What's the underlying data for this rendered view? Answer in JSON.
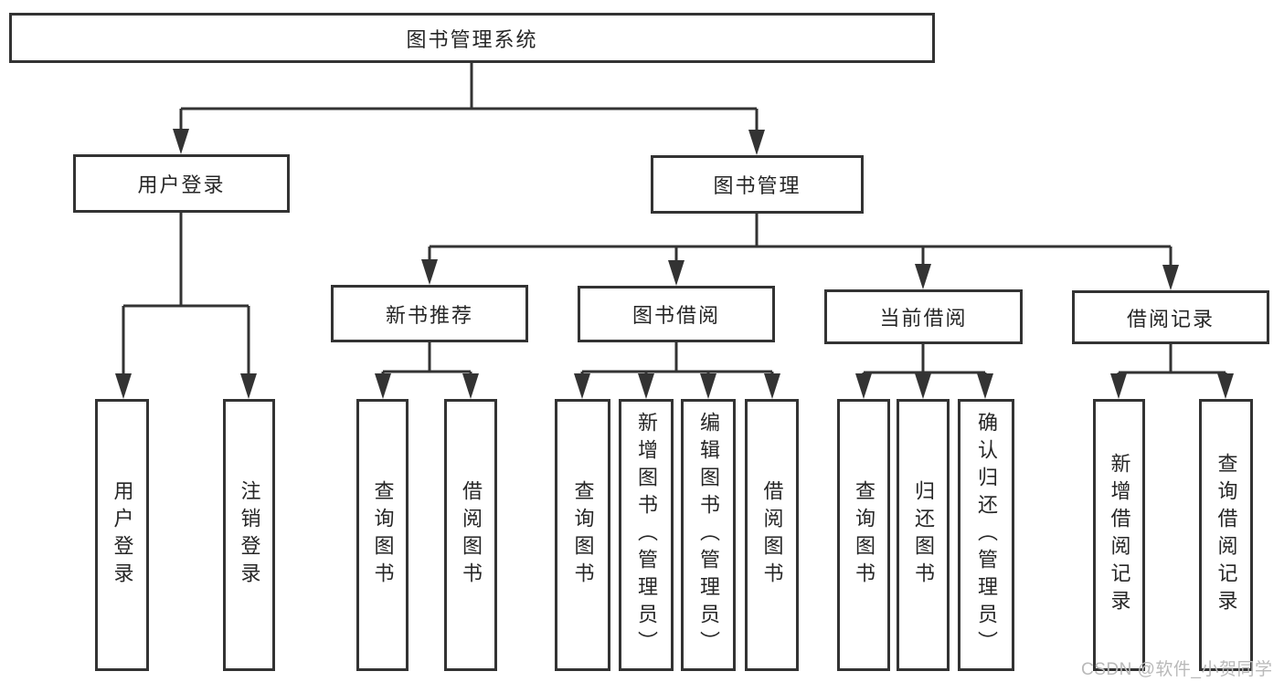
{
  "diagram": {
    "type": "org-tree",
    "colors": {
      "line": "#333333",
      "box_border": "#333333",
      "box_fill": "#ffffff",
      "text": "#262626",
      "watermark": "#b9b9b9",
      "background": "#ffffff"
    }
  },
  "tree": {
    "root": {
      "label": "图书管理系统",
      "children": [
        {
          "label": "用户登录",
          "children": [
            {
              "label": "用户登录"
            },
            {
              "label": "注销登录"
            }
          ]
        },
        {
          "label": "图书管理",
          "children": [
            {
              "label": "新书推荐",
              "children": [
                {
                  "label": "查询图书"
                },
                {
                  "label": "借阅图书"
                }
              ]
            },
            {
              "label": "图书借阅",
              "children": [
                {
                  "label": "查询图书"
                },
                {
                  "label": "新增图书（管理员）"
                },
                {
                  "label": "编辑图书（管理员）"
                },
                {
                  "label": "借阅图书"
                }
              ]
            },
            {
              "label": "当前借阅",
              "children": [
                {
                  "label": "查询图书"
                },
                {
                  "label": "归还图书"
                },
                {
                  "label": "确认归还（管理员）"
                }
              ]
            },
            {
              "label": "借阅记录",
              "children": [
                {
                  "label": "新增借阅记录"
                },
                {
                  "label": "查询借阅记录"
                }
              ]
            }
          ]
        }
      ]
    }
  },
  "watermark": {
    "text": "CSDN @软件_小贺同学"
  }
}
